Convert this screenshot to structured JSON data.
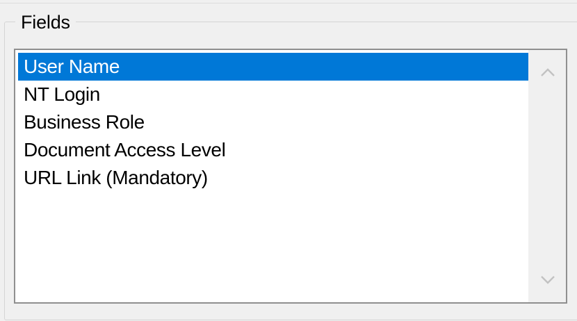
{
  "group": {
    "title": "Fields"
  },
  "list": {
    "items": [
      {
        "label": "User Name",
        "selected": true
      },
      {
        "label": "NT Login",
        "selected": false
      },
      {
        "label": "Business Role",
        "selected": false
      },
      {
        "label": "Document Access Level",
        "selected": false
      },
      {
        "label": "URL Link (Mandatory)",
        "selected": false
      }
    ]
  },
  "colors": {
    "selection": "#0078d7",
    "selection_text": "#ffffff",
    "background": "#f0f0f0",
    "list_border": "#8f8f8f"
  },
  "icons": {
    "scroll_up": "chevron-up-icon",
    "scroll_down": "chevron-down-icon"
  }
}
